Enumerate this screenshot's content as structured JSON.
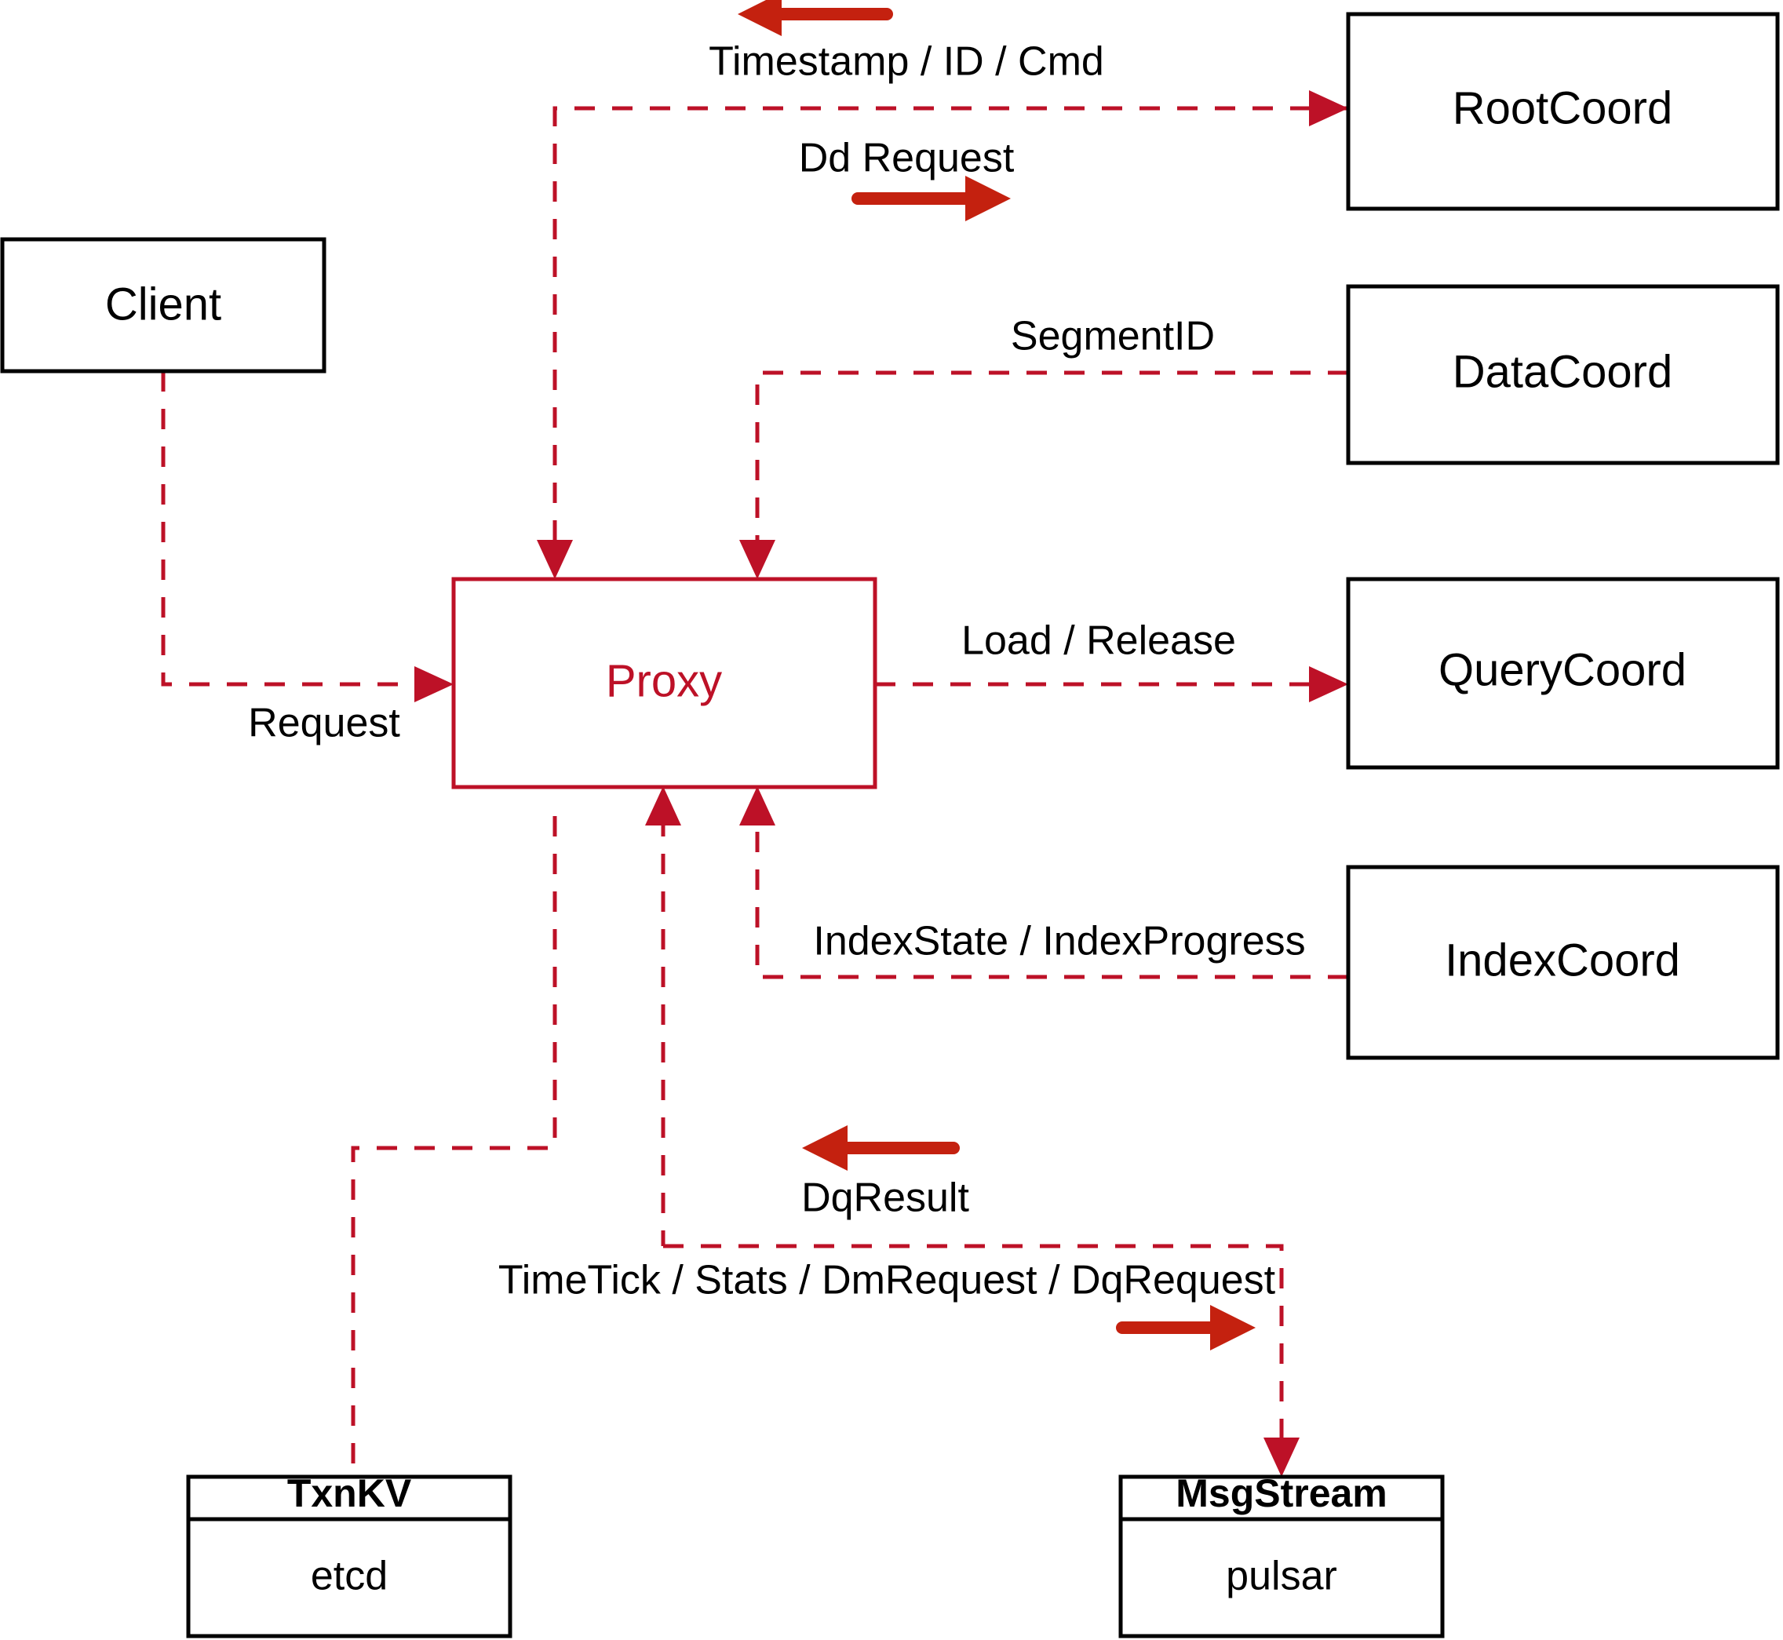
{
  "diagram": {
    "title": "Milvus Proxy component interaction diagram",
    "colors": {
      "flow_red": "#BD1127",
      "arrow_red": "#C4210F",
      "node_stroke": "#000000",
      "background": "#FFFFFF"
    }
  },
  "nodes": {
    "client": {
      "label": "Client"
    },
    "proxy": {
      "label": "Proxy"
    },
    "rootcoord": {
      "label": "RootCoord"
    },
    "datacoord": {
      "label": "DataCoord"
    },
    "querycoord": {
      "label": "QueryCoord"
    },
    "indexcoord": {
      "label": "IndexCoord"
    },
    "txnkv": {
      "label": "TxnKV",
      "impl": "etcd"
    },
    "msgstream": {
      "label": "MsgStream",
      "impl": "pulsar"
    }
  },
  "edges": {
    "timestamp_id_cmd": {
      "label": "Timestamp / ID / Cmd",
      "direction": "left"
    },
    "dd_request": {
      "label": "Dd Request",
      "direction": "right"
    },
    "segment_id": {
      "label": "SegmentID",
      "direction": "none"
    },
    "load_release": {
      "label": "Load / Release",
      "direction": "none"
    },
    "index_state": {
      "label": "IndexState / IndexProgress",
      "direction": "none"
    },
    "request": {
      "label": "Request",
      "direction": "none"
    },
    "dq_result": {
      "label": "DqResult",
      "direction": "left"
    },
    "timetick_stats": {
      "label": "TimeTick / Stats / DmRequest / DqRequest",
      "direction": "right"
    }
  }
}
